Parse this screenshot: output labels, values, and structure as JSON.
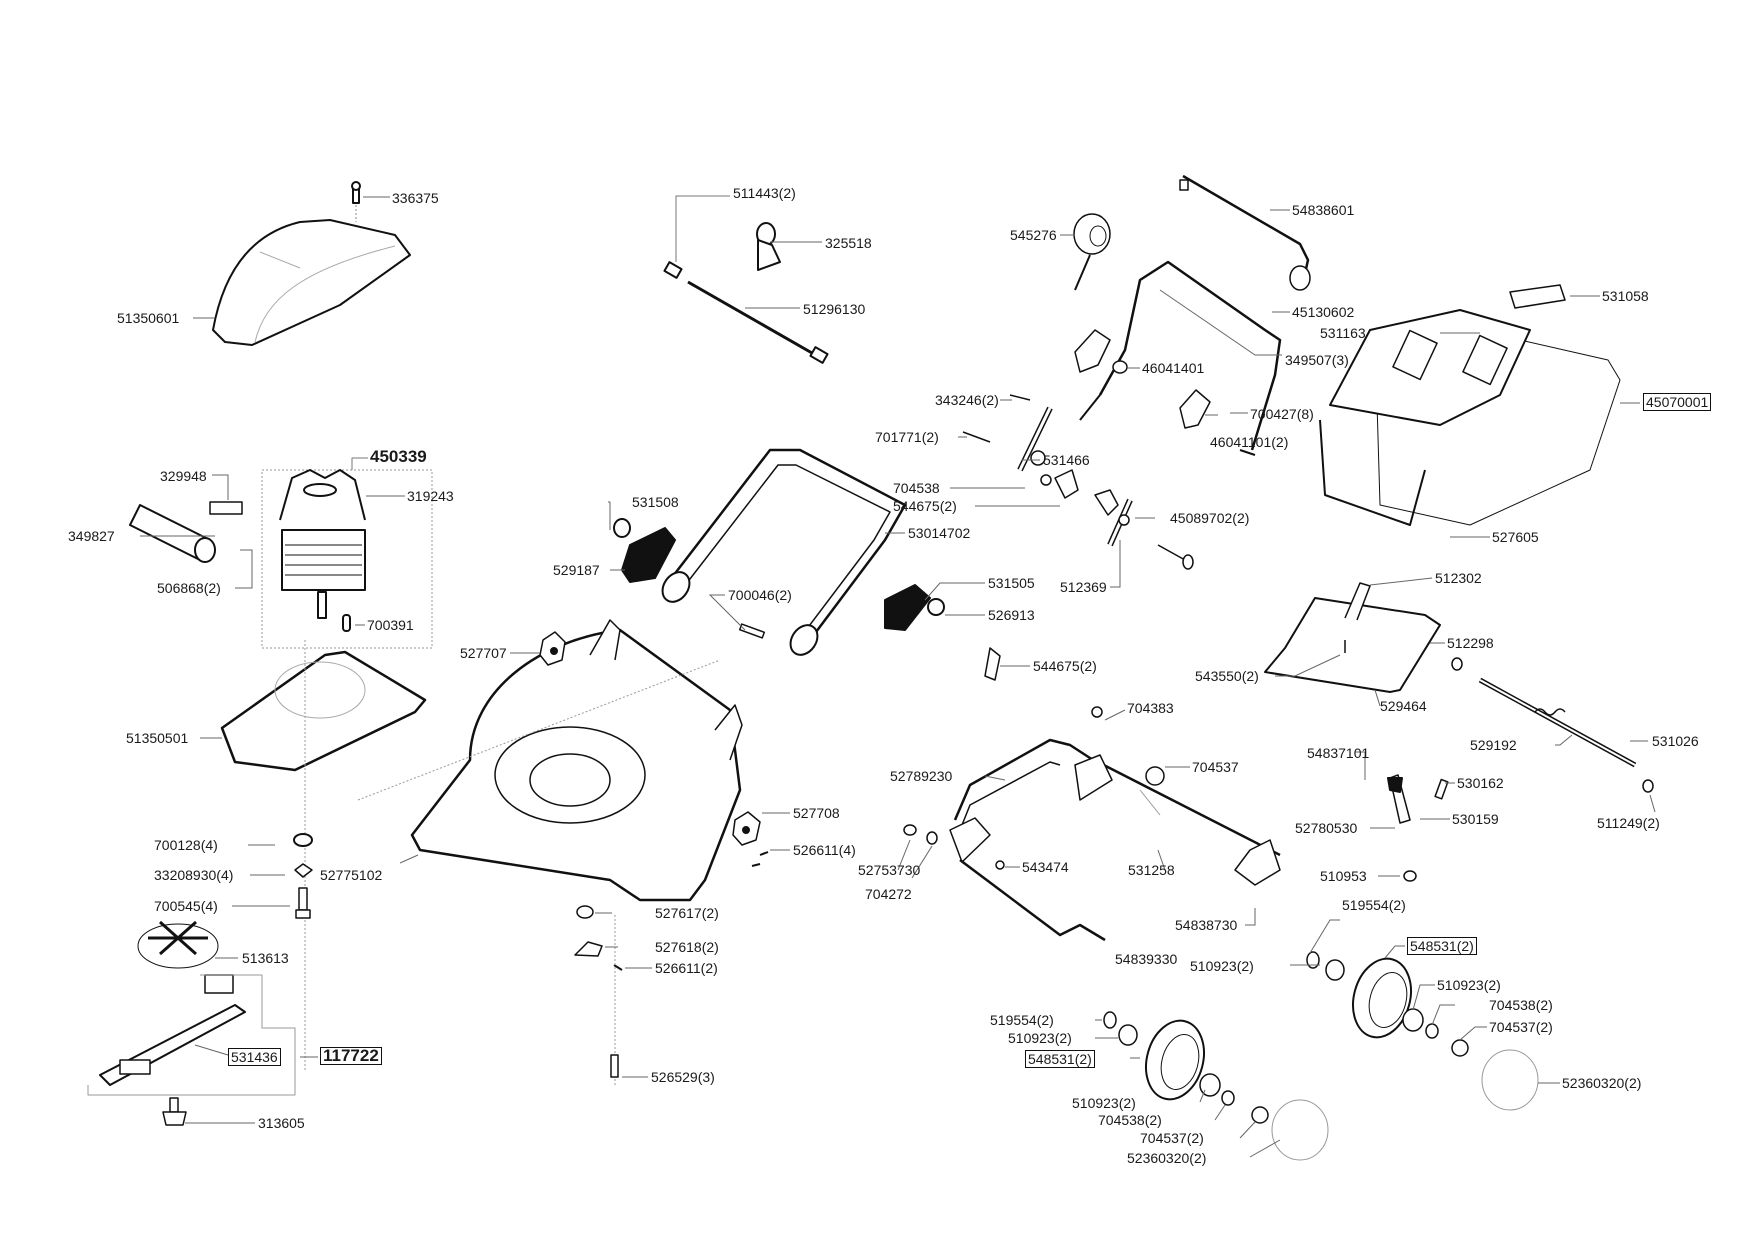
{
  "document": {
    "type": "exploded-parts-diagram",
    "subject": "electric lawn mower"
  },
  "parts": [
    {
      "id": "cover",
      "label": "51350601"
    },
    {
      "id": "cover-screw",
      "label": "336375"
    },
    {
      "id": "cable-clip",
      "label": "511443(2)"
    },
    {
      "id": "safety-key",
      "label": "325518"
    },
    {
      "id": "cable",
      "label": "51296130"
    },
    {
      "id": "motor-assembly",
      "label": "450339",
      "bold": true
    },
    {
      "id": "brush-holder",
      "label": "329948"
    },
    {
      "id": "capacitor",
      "label": "349827"
    },
    {
      "id": "fan",
      "label": "319243"
    },
    {
      "id": "connector",
      "label": "506868(2)"
    },
    {
      "id": "key",
      "label": "700391"
    },
    {
      "id": "motor-housing",
      "label": "51350501"
    },
    {
      "id": "washer-700128",
      "label": "700128(4)"
    },
    {
      "id": "nut-33208930",
      "label": "33208930(4)"
    },
    {
      "id": "screw-700545",
      "label": "700545(4)"
    },
    {
      "id": "deck-label",
      "label": "52775102"
    },
    {
      "id": "blade-hub",
      "label": "513613"
    },
    {
      "id": "blade",
      "label": "531436",
      "boxed": true
    },
    {
      "id": "blade-kit",
      "label": "117722",
      "boxed": true
    },
    {
      "id": "blade-bolt",
      "label": "313605"
    },
    {
      "id": "switch-box",
      "label": "529187"
    },
    {
      "id": "switch-knob",
      "label": "531508"
    },
    {
      "id": "lower-handle",
      "label": "53014702"
    },
    {
      "id": "handle-screw",
      "label": "700046(2)"
    },
    {
      "id": "hinge-cover-left",
      "label": "527707"
    },
    {
      "id": "hinge-block",
      "label": "531505"
    },
    {
      "id": "bushing-526913",
      "label": "526913"
    },
    {
      "id": "clamp-544675-b",
      "label": "544675(2)"
    },
    {
      "id": "hinge-cover-right",
      "label": "527708"
    },
    {
      "id": "screw-526611-4",
      "label": "526611(4)"
    },
    {
      "id": "clip-527617",
      "label": "527617(2)"
    },
    {
      "id": "bracket-527618",
      "label": "527618(2)"
    },
    {
      "id": "screw-526611-2",
      "label": "526611(2)"
    },
    {
      "id": "pin-526529",
      "label": "526529(3)"
    },
    {
      "id": "control-bar",
      "label": "54838601"
    },
    {
      "id": "cable-pulley",
      "label": "545276"
    },
    {
      "id": "upper-handle",
      "label": "45130602"
    },
    {
      "id": "screw-349507",
      "label": "349507(3)"
    },
    {
      "id": "clamp-46041401",
      "label": "46041401"
    },
    {
      "id": "cable-clip-343246",
      "label": "343246(2)"
    },
    {
      "id": "bolt-701771",
      "label": "701771(2)"
    },
    {
      "id": "knob-531466",
      "label": "531466"
    },
    {
      "id": "washer-704538",
      "label": "704538"
    },
    {
      "id": "clamp-544675-a",
      "label": "544675(2)"
    },
    {
      "id": "clamp-46041101",
      "label": "46041101(2)"
    },
    {
      "id": "screw-700427",
      "label": "700427(8)"
    },
    {
      "id": "mid-tube",
      "label": "45089702(2)"
    },
    {
      "id": "ring-512369",
      "label": "512369"
    },
    {
      "id": "bag-handle",
      "label": "531058"
    },
    {
      "id": "bag-frame-top",
      "label": "531163"
    },
    {
      "id": "grass-bag",
      "label": "45070001",
      "boxed": true
    },
    {
      "id": "bag-frame",
      "label": "527605"
    },
    {
      "id": "flap-handle",
      "label": "512302"
    },
    {
      "id": "rear-flap",
      "label": "512298"
    },
    {
      "id": "screw-543550",
      "label": "543550(2)"
    },
    {
      "id": "pin-529464",
      "label": "529464"
    },
    {
      "id": "spring-rod",
      "label": "529192"
    },
    {
      "id": "axle-531026",
      "label": "531026"
    },
    {
      "id": "nut-511249",
      "label": "511249(2)"
    },
    {
      "id": "bolt-704383",
      "label": "704383"
    },
    {
      "id": "nut-704537",
      "label": "704537"
    },
    {
      "id": "height-frame",
      "label": "52789230"
    },
    {
      "id": "lever-54837101",
      "label": "54837101"
    },
    {
      "id": "screw-530162",
      "label": "530162"
    },
    {
      "id": "spring-530159",
      "label": "530159"
    },
    {
      "id": "lever-plate",
      "label": "52780530"
    },
    {
      "id": "bolt-52753730",
      "label": "52753730"
    },
    {
      "id": "washer-704272",
      "label": "704272"
    },
    {
      "id": "clip-543474",
      "label": "543474"
    },
    {
      "id": "spring-531258",
      "label": "531258"
    },
    {
      "id": "nut-510953",
      "label": "510953"
    },
    {
      "id": "axle-bracket",
      "label": "54838730"
    },
    {
      "id": "front-axle",
      "label": "54839330"
    },
    {
      "id": "bearing-519554-r",
      "label": "519554(2)"
    },
    {
      "id": "hub-510923-r1",
      "label": "510923(2)"
    },
    {
      "id": "wheel-rear",
      "label": "548531(2)",
      "boxed": true
    },
    {
      "id": "hub-510923-r2",
      "label": "510923(2)"
    },
    {
      "id": "washer-704538-r",
      "label": "704538(2)"
    },
    {
      "id": "nut-704537-r",
      "label": "704537(2)"
    },
    {
      "id": "cap-rear",
      "label": "52360320(2)"
    },
    {
      "id": "bearing-519554-f",
      "label": "519554(2)"
    },
    {
      "id": "hub-510923-f1",
      "label": "510923(2)"
    },
    {
      "id": "wheel-front",
      "label": "548531(2)",
      "boxed": true
    },
    {
      "id": "hub-510923-f2",
      "label": "510923(2)"
    },
    {
      "id": "washer-704538-f",
      "label": "704538(2)"
    },
    {
      "id": "nut-704537-f",
      "label": "704537(2)"
    },
    {
      "id": "cap-front",
      "label": "52360320(2)"
    }
  ]
}
